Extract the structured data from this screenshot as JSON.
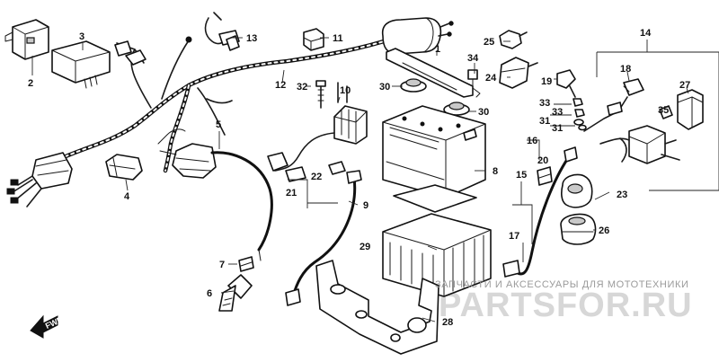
{
  "labels": {
    "l1": "1",
    "l2": "2",
    "l3": "3",
    "l4": "4",
    "l5": "5",
    "l6": "6",
    "l7": "7",
    "l8": "8",
    "l9": "9",
    "l10": "10",
    "l11": "11",
    "l12": "12",
    "l13": "13",
    "l14": "14",
    "l15": "15",
    "l16": "16",
    "l17": "17",
    "l18": "18",
    "l19": "19",
    "l20": "20",
    "l21": "21",
    "l22": "22",
    "l23": "23",
    "l24": "24",
    "l25": "25",
    "l26": "26",
    "l27": "27",
    "l28": "28",
    "l29": "29",
    "l30a": "30",
    "l30b": "30",
    "l31a": "31",
    "l31b": "31",
    "l32": "32",
    "l33a": "33",
    "l33b": "33",
    "l34": "34",
    "l35": "35"
  },
  "forward_marker": "FWD",
  "watermark": {
    "caption": "ЗАПЧАСТИ И АКСЕССУАРЫ ДЛЯ МОТОТЕХНИКИ",
    "logo": "PARTSFOR.RU"
  },
  "colors": {
    "line": "#111111",
    "watermark_text": "#9a9a9a",
    "watermark_logo": "#d7d7d7"
  }
}
